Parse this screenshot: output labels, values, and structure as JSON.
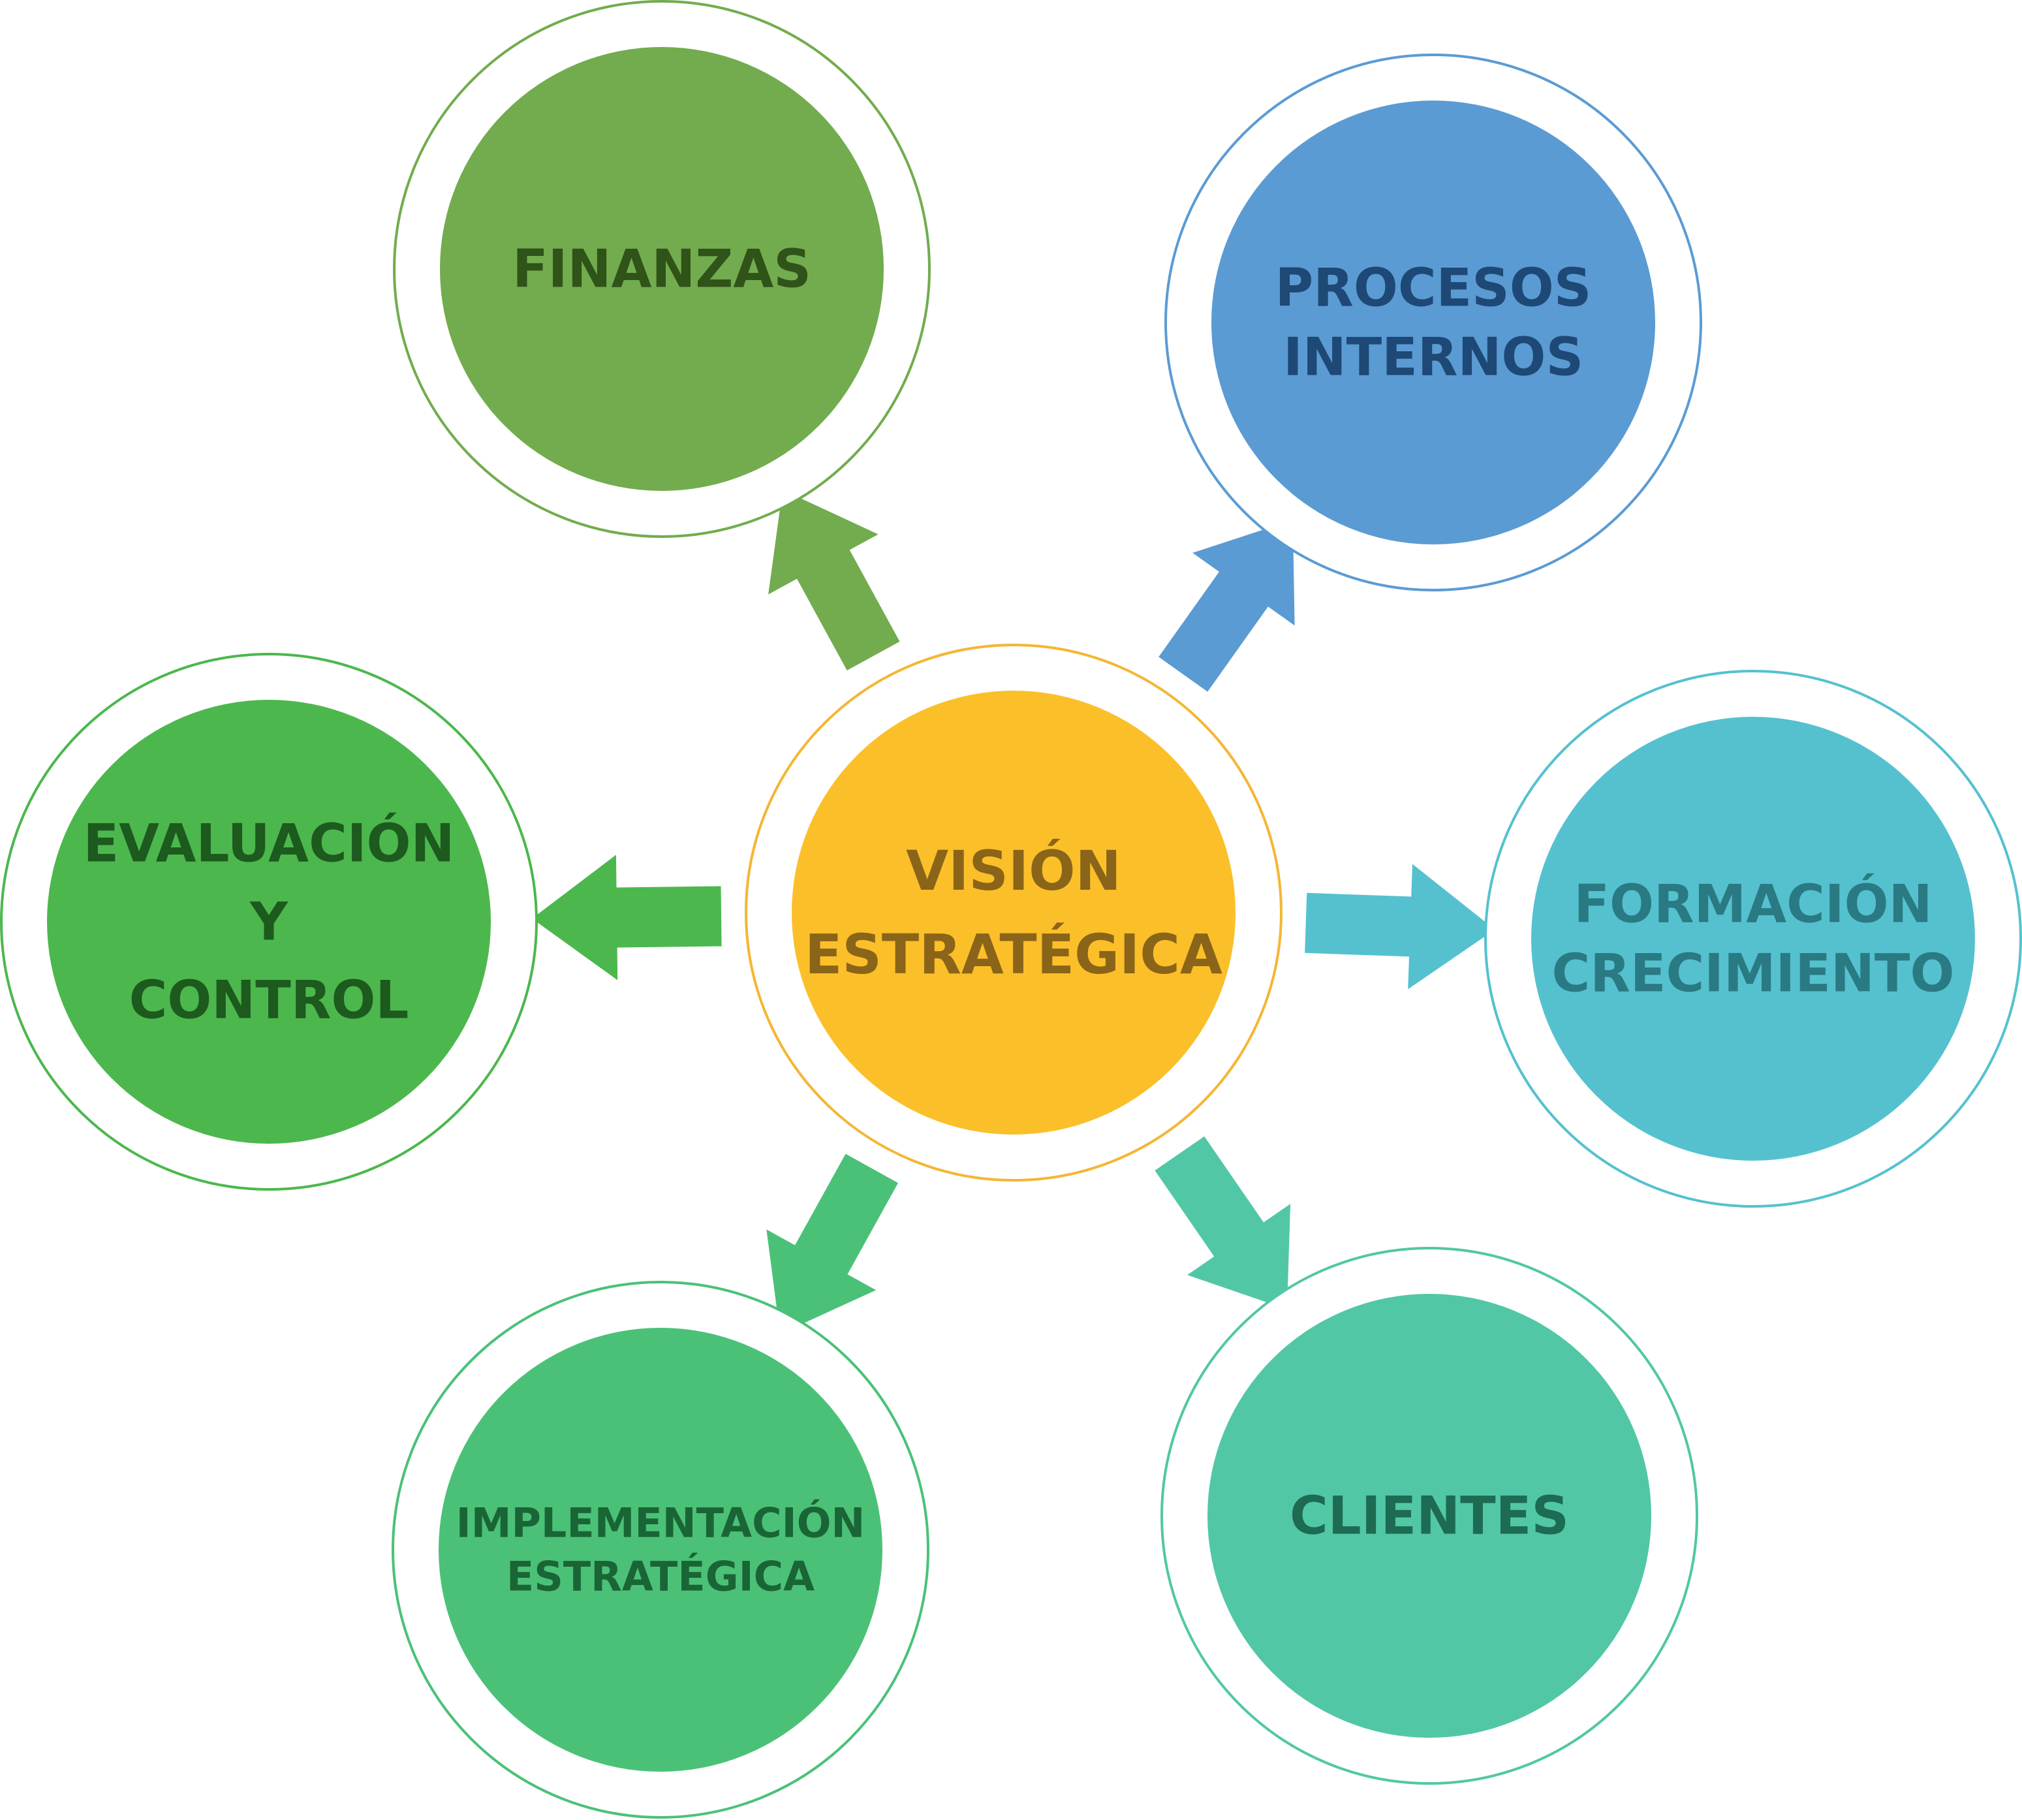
{
  "center": {
    "lines": [
      "VISIÓN",
      "ESTRATÉGICA"
    ],
    "fill": "#FBBF2A",
    "ring": "#F4B634",
    "text_color": "#8A6418"
  },
  "nodes": [
    {
      "id": "finanzas",
      "lines": [
        "FINANZAS"
      ],
      "fill": "#72AC4E",
      "ring": "#72AC4E",
      "text_color": "#2F5318",
      "arrow_color": "#72AC4E"
    },
    {
      "id": "procesos-internos",
      "lines": [
        "PROCESOS",
        "INTERNOS"
      ],
      "fill": "#5B9BD3",
      "ring": "#5B9BD3",
      "text_color": "#1E4876",
      "arrow_color": "#5B9BD3"
    },
    {
      "id": "formacion-crecimiento",
      "lines": [
        "FORMACIÓN",
        "CRECIMIENTO"
      ],
      "fill": "#55C1CF",
      "ring": "#55C1CF",
      "text_color": "#2A7A83",
      "arrow_color": "#55C1CF"
    },
    {
      "id": "clientes",
      "lines": [
        "CLIENTES"
      ],
      "fill": "#51C7A6",
      "ring": "#51C7A6",
      "text_color": "#1C6B52",
      "arrow_color": "#51C7A6"
    },
    {
      "id": "implementacion-estrategica",
      "lines": [
        "IMPLEMENTACIÓN",
        "ESTRATÉGICA"
      ],
      "fill": "#4BC178",
      "ring": "#4BC178",
      "text_color": "#1A6535",
      "arrow_color": "#4BC178"
    },
    {
      "id": "evaluacion-control",
      "lines": [
        "EVALUACIÓN",
        "Y",
        "CONTROL"
      ],
      "fill": "#4CB74D",
      "ring": "#4CB74D",
      "text_color": "#1D5A1E",
      "arrow_color": "#4CB74D"
    }
  ]
}
